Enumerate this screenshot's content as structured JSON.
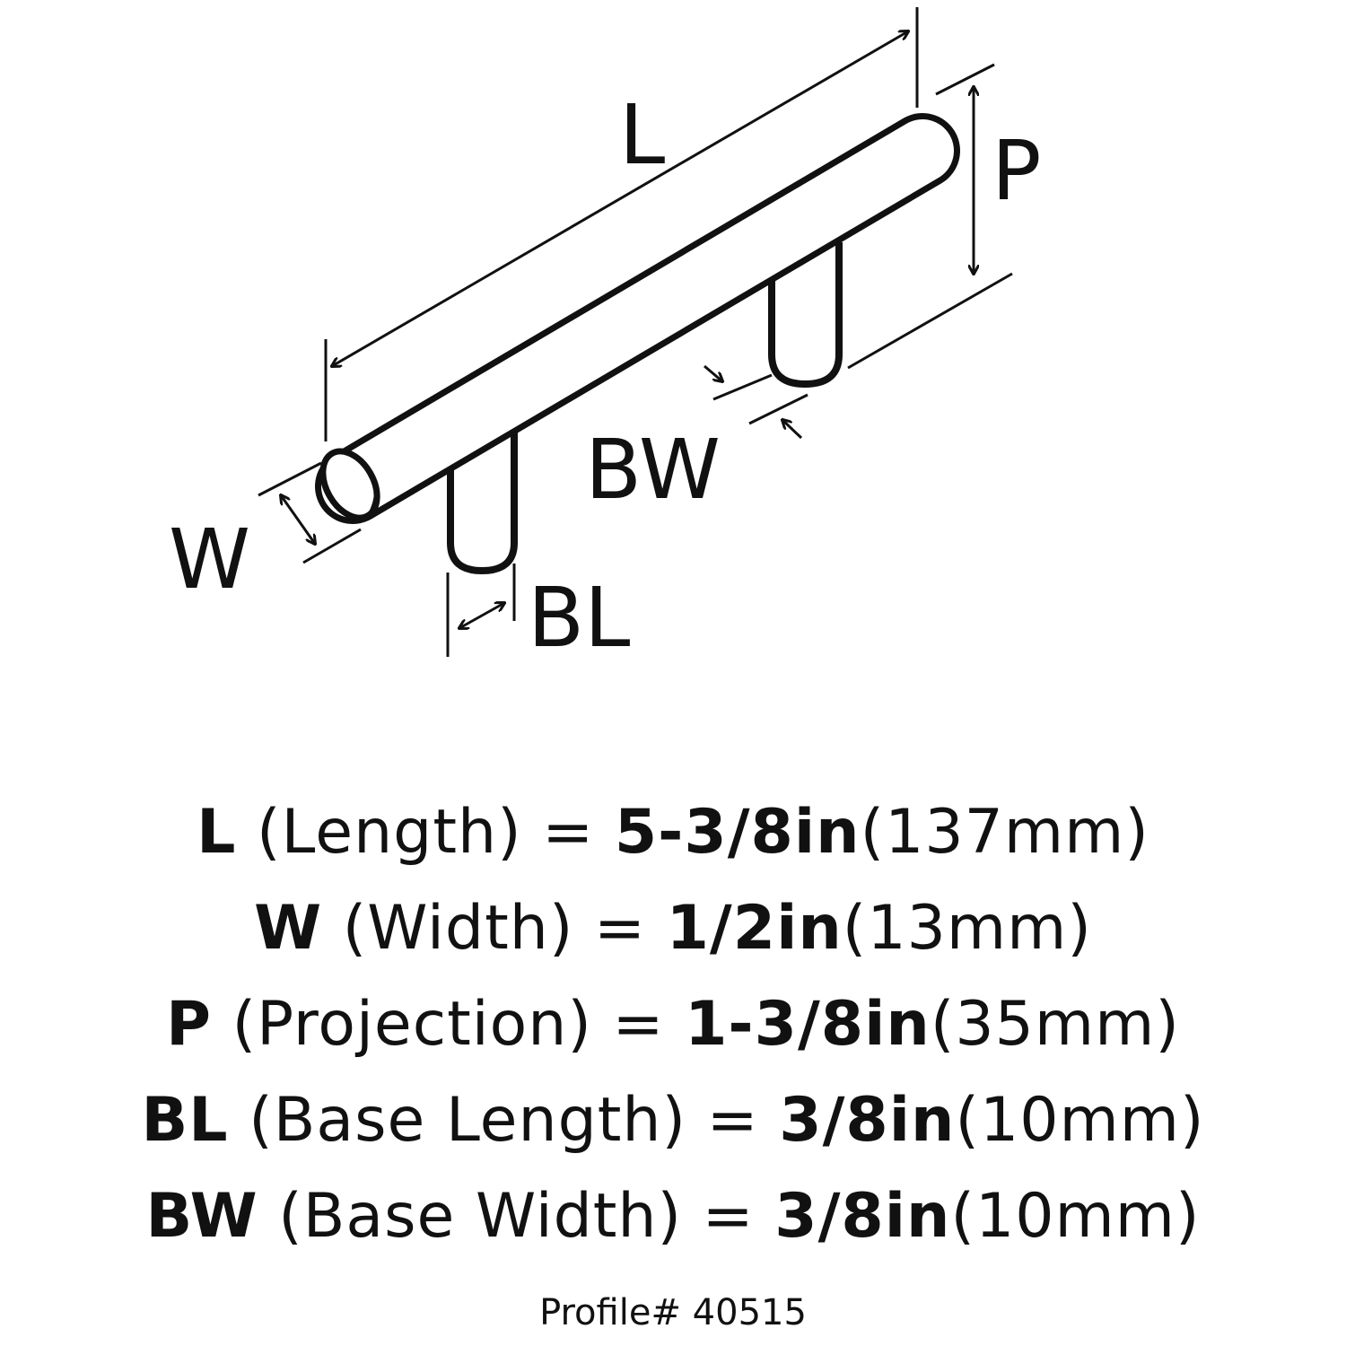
{
  "diagram": {
    "labels": {
      "L": "L",
      "P": "P",
      "W": "W",
      "BW": "BW",
      "BL": "BL"
    }
  },
  "specs": [
    {
      "abbr": "L",
      "name": "(Length) =",
      "imperial": "5-3/8in",
      "metric": "(137mm)"
    },
    {
      "abbr": "W",
      "name": "(Width) =",
      "imperial": "1/2in",
      "metric": "(13mm)"
    },
    {
      "abbr": "P",
      "name": "(Projection) =",
      "imperial": "1-3/8in",
      "metric": "(35mm)"
    },
    {
      "abbr": "BL",
      "name": "(Base Length) =",
      "imperial": "3/8in",
      "metric": "(10mm)"
    },
    {
      "abbr": "BW",
      "name": "(Base Width) =",
      "imperial": "3/8in",
      "metric": "(10mm)"
    }
  ],
  "profile": "Profile# 40515"
}
